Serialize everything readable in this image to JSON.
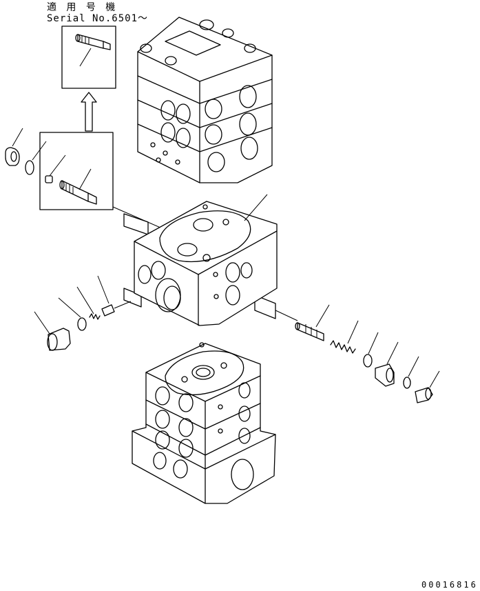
{
  "note": {
    "line1": "適 用 号 機",
    "line2": "Serial No.6501～"
  },
  "drawing_number": "00016816",
  "colors": {
    "ink": "#000000",
    "paper": "#ffffff"
  }
}
